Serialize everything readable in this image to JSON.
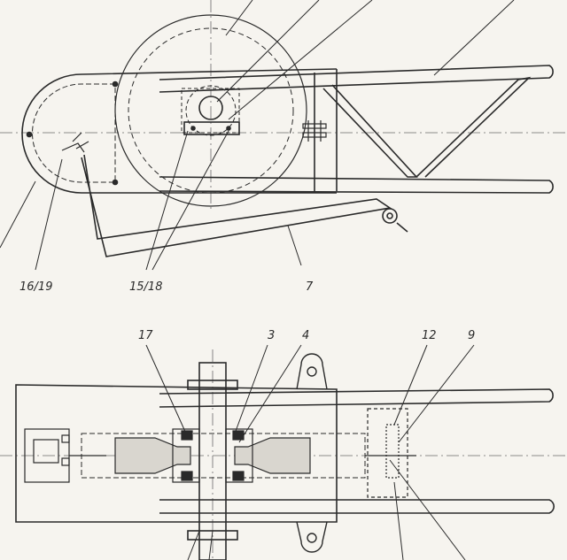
{
  "drawing": {
    "top_view_labels": {
      "label_16_19": "16/19",
      "label_15_18": "15/18",
      "label_7": "7"
    },
    "bottom_view_labels": {
      "label_17": "17",
      "label_3": "3",
      "label_4": "4",
      "label_12": "12",
      "label_9": "9"
    },
    "colors": {
      "paper": "#f6f4ef",
      "ink": "#2a2a2a",
      "ink_light": "#6a6a6a"
    }
  }
}
